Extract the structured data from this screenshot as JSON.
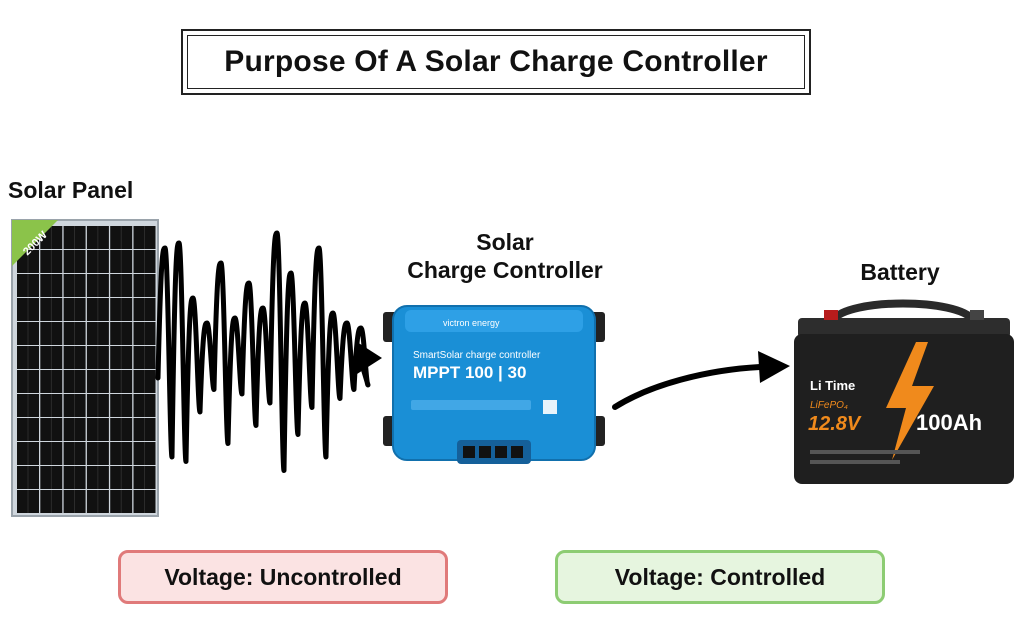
{
  "title": "Purpose Of A Solar Charge Controller",
  "labels": {
    "solar_panel": "Solar Panel",
    "controller_line1": "Solar",
    "controller_line2": "Charge Controller",
    "battery": "Battery"
  },
  "panel": {
    "wattage_badge": "200W"
  },
  "controller": {
    "brand": "victron energy",
    "model_line": "SmartSolar charge controller",
    "model": "MPPT 100 | 30",
    "color": "#1a8fd6"
  },
  "battery": {
    "brand": "Li Time",
    "chemistry": "LiFePO₄",
    "voltage": "12.8V",
    "capacity": "100Ah",
    "accent": "#f08a1c"
  },
  "badges": {
    "uncontrolled": "Voltage: Uncontrolled",
    "controlled": "Voltage: Controlled"
  },
  "colors": {
    "uncontrolled_fill": "#fbe3e3",
    "uncontrolled_border": "#e07a7a",
    "controlled_fill": "#e6f5df",
    "controlled_border": "#8dcc73"
  }
}
